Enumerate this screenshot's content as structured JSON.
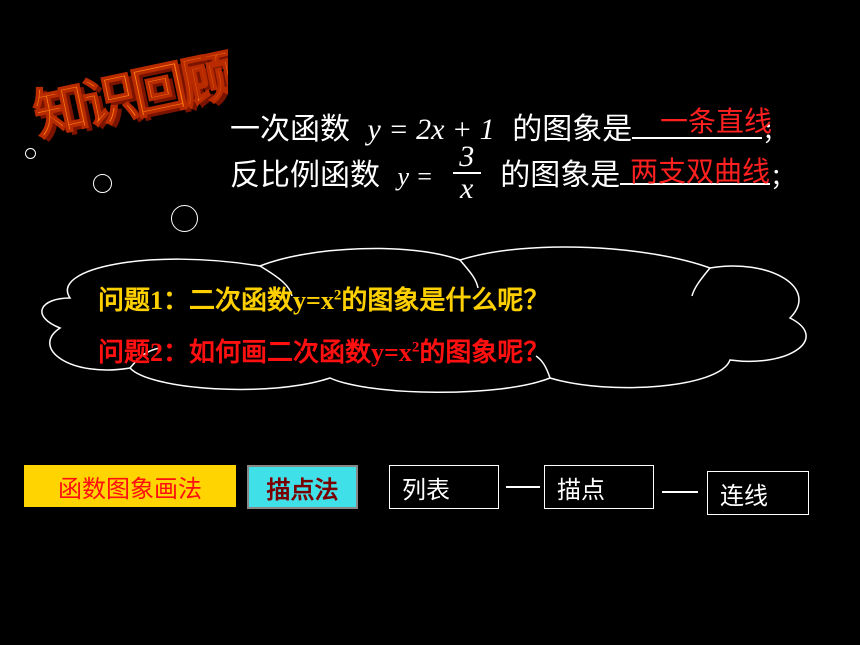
{
  "title_art": {
    "text": "知识回顾",
    "fill": "#ff6a00",
    "dark": "#8a1800"
  },
  "review": {
    "line1": {
      "prefix": "一次函数",
      "equation": "y = 2x + 1",
      "suffix": "的图象是",
      "answer": "一条直线",
      "end": "；"
    },
    "line2": {
      "prefix": "反比例函数",
      "lhs": "y =",
      "numerator": "3",
      "denominator": "x",
      "suffix": "的图象是",
      "answer": "两支双曲线",
      "end": "；"
    }
  },
  "questions": {
    "q1": {
      "label": "问题1：二次函数y=x",
      "sup": "2",
      "tail": "的图象是什么呢？",
      "color": "#ffd000"
    },
    "q2": {
      "label": "问题2：如何画二次函数y=x",
      "sup": "2",
      "tail": "的图象呢？",
      "color": "#ff1010"
    }
  },
  "methods": {
    "graph_method": {
      "label": "函数图象画法",
      "bg": "#ffd400",
      "color": "#ff1010"
    },
    "point_method": {
      "label": "描点法",
      "bg": "#40e0e8",
      "color": "#7a0000"
    },
    "steps": [
      "列表",
      "描点",
      "连线"
    ]
  }
}
